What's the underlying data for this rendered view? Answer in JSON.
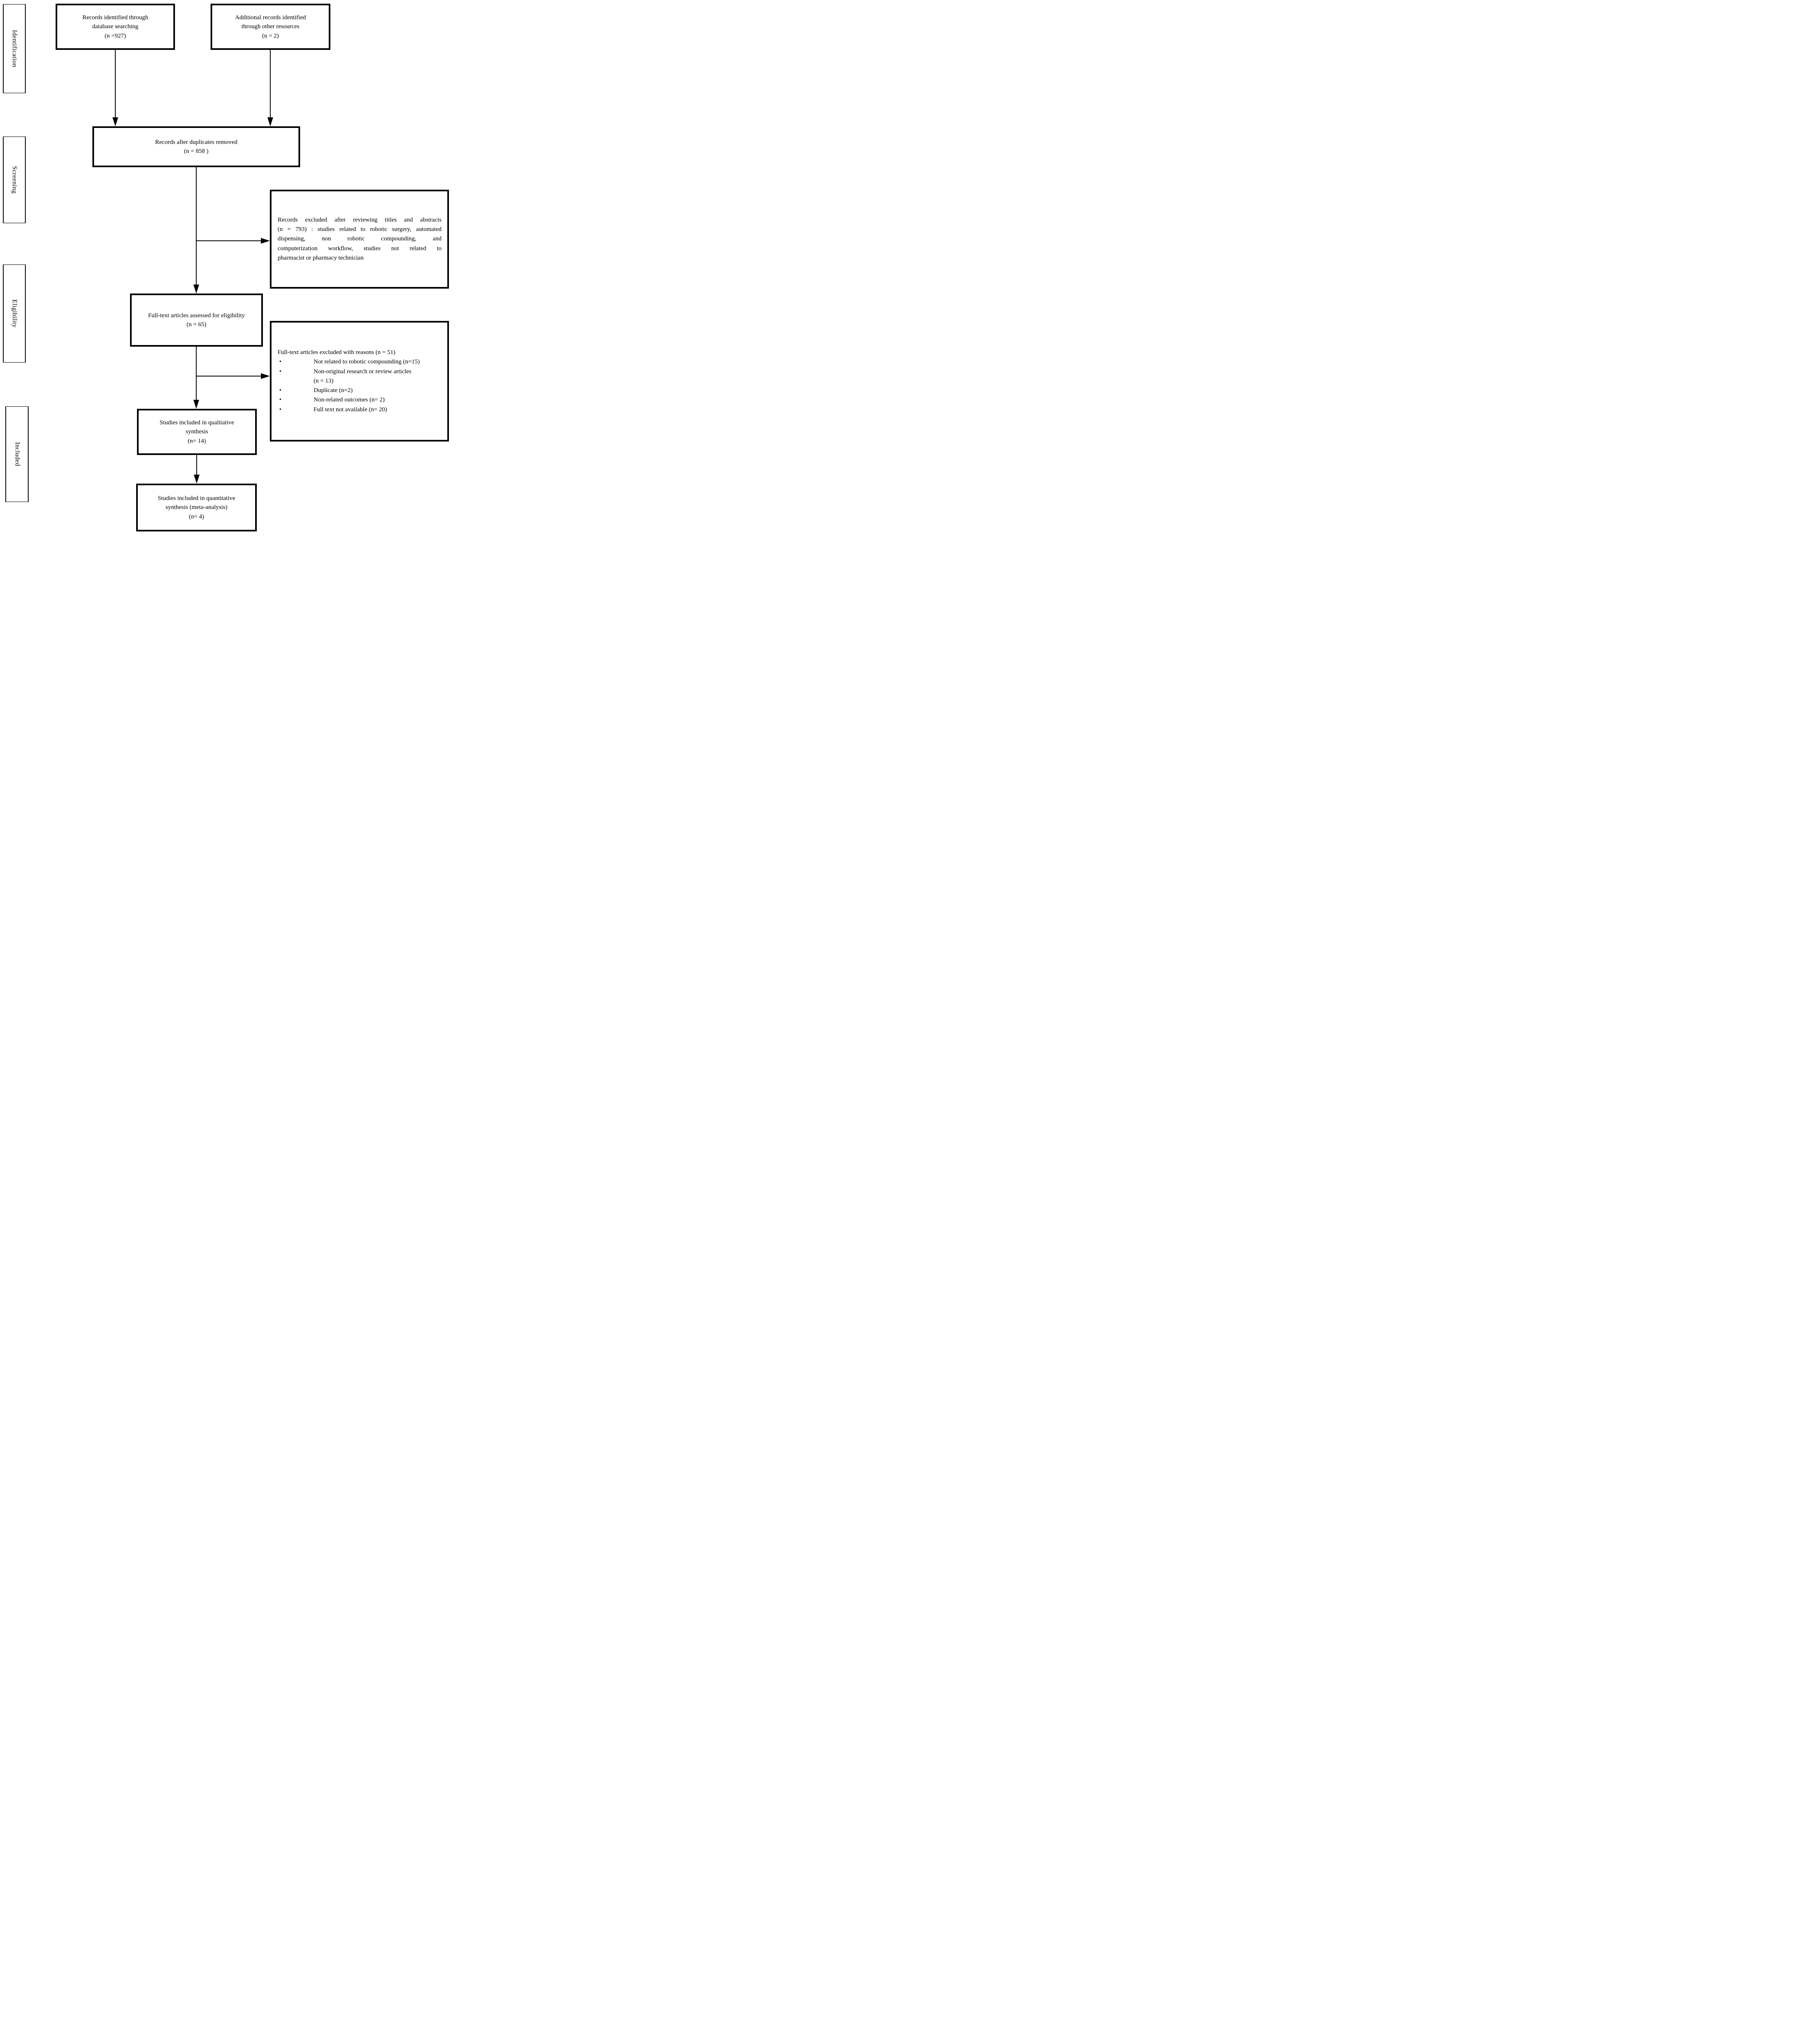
{
  "diagram": {
    "stage_labels": [
      "Identification",
      "Screening",
      "Eligibility",
      "Included"
    ],
    "bullet_char": "•"
  },
  "boxes": {
    "identified": {
      "lines": [
        "Records identified through",
        "database searching",
        "(n =927)"
      ]
    },
    "additional": {
      "lines": [
        "Additional records identified",
        "through other resources",
        "(n = 2)"
      ]
    },
    "duplicates_removed": {
      "lines": [
        "Records after duplicates removed",
        "(n = 858 )"
      ]
    },
    "excluded_abstracts": {
      "lines": [
        "Records excluded after reviewing titles and abstracts",
        "(n = 793) : studies related to robotic surgery, automated",
        "dispensing, non robotic compounding, and",
        "computerization workflow, studies not related to",
        "pharmacist or pharmacy technician"
      ]
    },
    "fulltext_assessed": {
      "lines": [
        "Full-text articles assessed for eligibility",
        "(n = 65)"
      ]
    },
    "fulltext_excluded": {
      "title": "Full-text articles excluded with reasons (n = 51)",
      "bullets": [
        {
          "lines": [
            "Not related to robotic compounding (n=15)"
          ]
        },
        {
          "lines": [
            "Non-original research or review articles",
            "(n = 13)"
          ]
        },
        {
          "lines": [
            "Duplicate (n=2)"
          ]
        },
        {
          "lines": [
            "Non-related outcomes (n= 2)"
          ]
        },
        {
          "lines": [
            "Full text not available (n= 20)"
          ]
        }
      ]
    },
    "qualitative": {
      "lines": [
        "Studies included in qualitative",
        "synthesis",
        "(n= 14)"
      ]
    },
    "quantitative": {
      "lines": [
        "Studies included in quantitative",
        "synthesis (meta-analysis)",
        "(n= 4)"
      ]
    }
  },
  "colors": {
    "line": "#000000",
    "background": "#ffffff",
    "text": "#000000"
  }
}
